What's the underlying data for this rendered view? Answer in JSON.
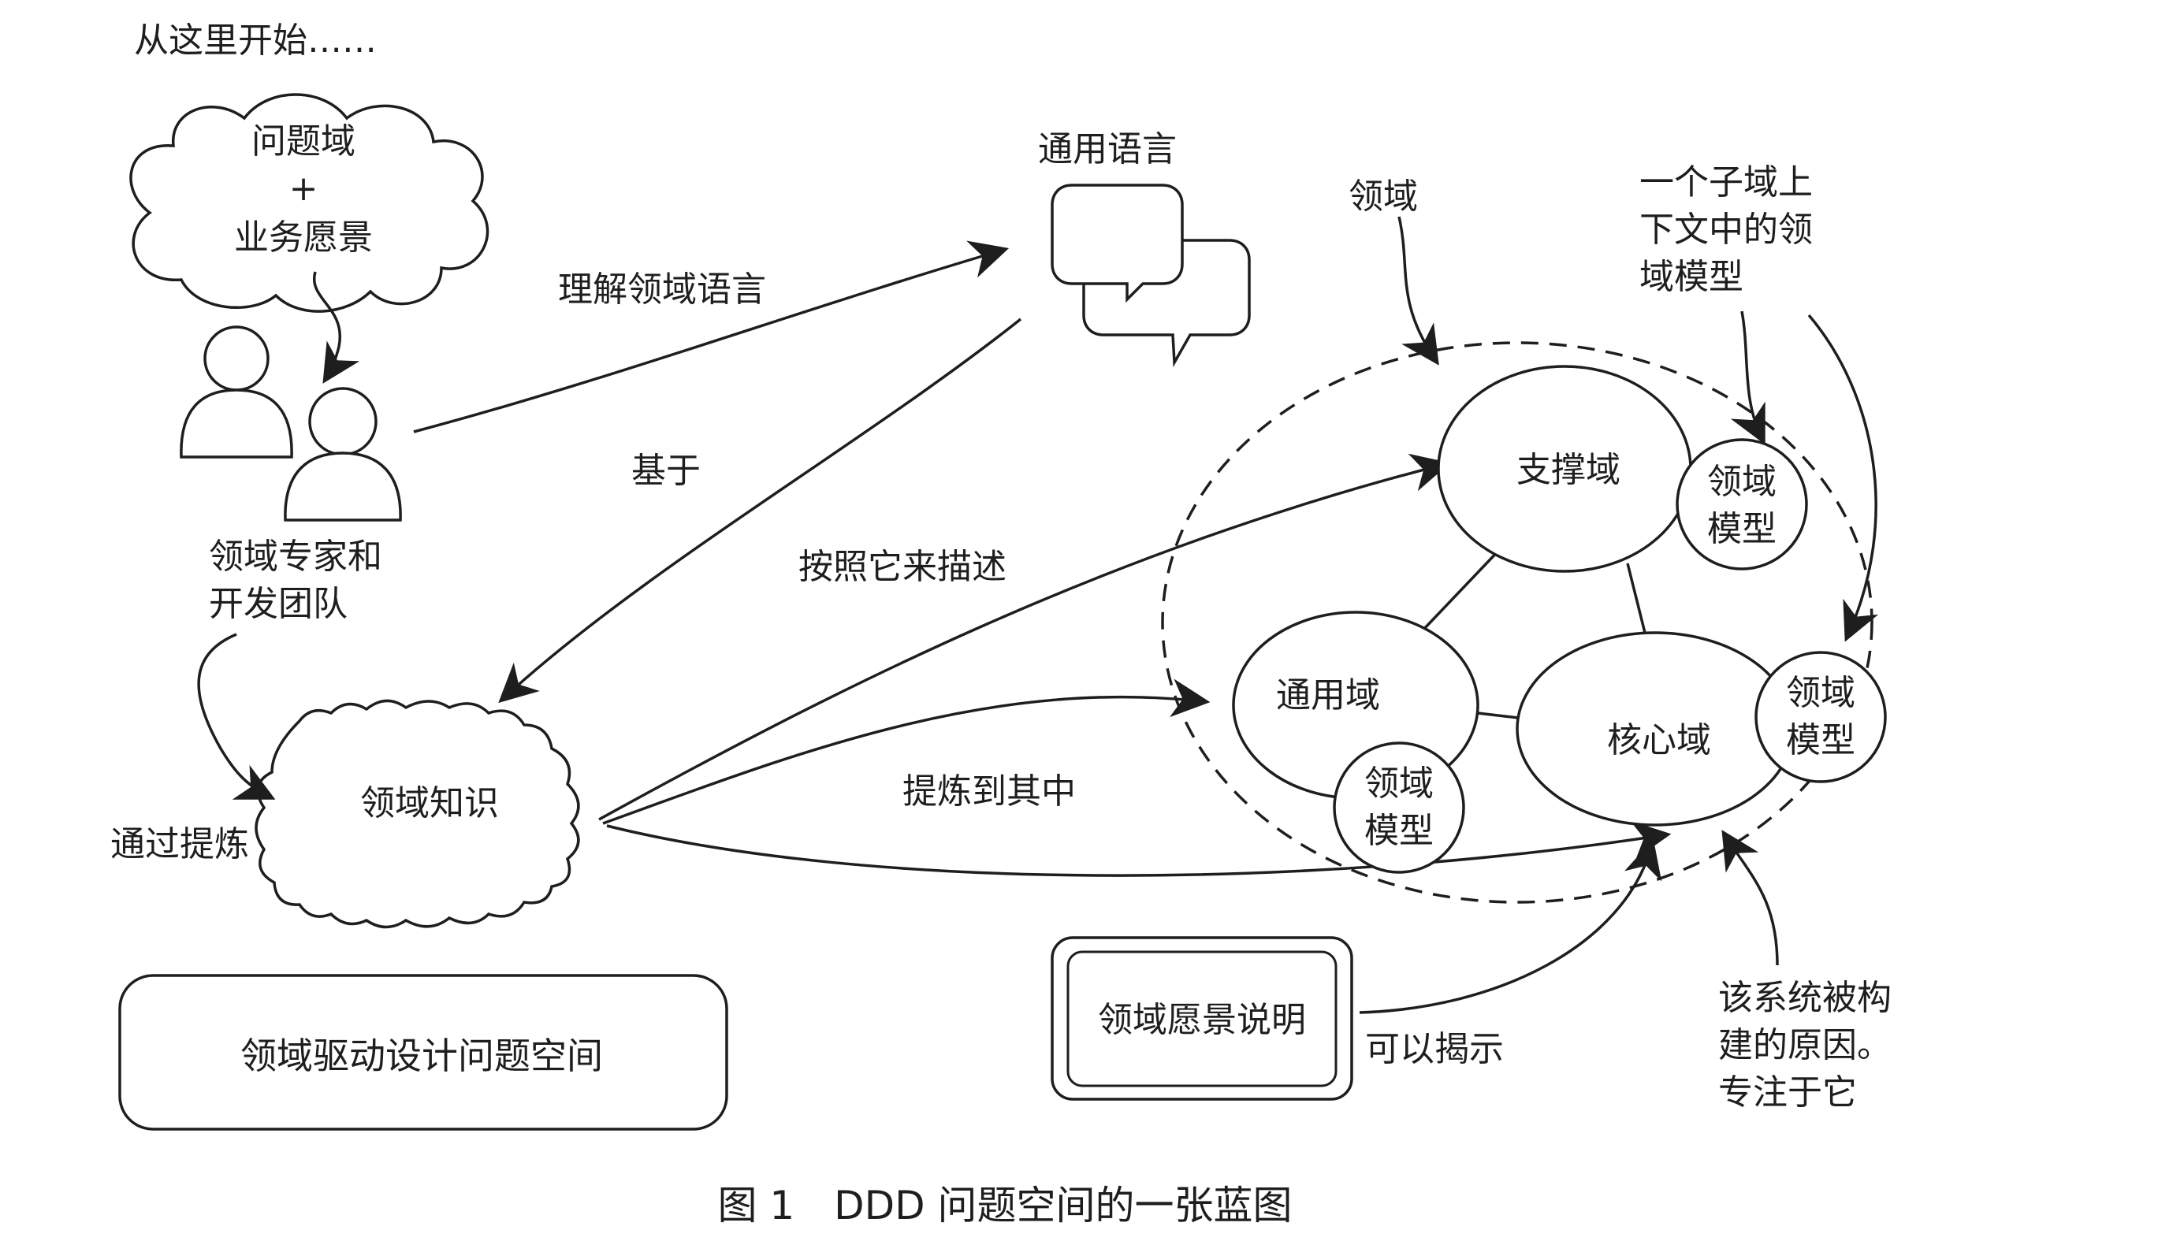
{
  "start_text": "从这里开始……",
  "problem_cloud": {
    "line1": "问题域",
    "line2": "+",
    "line3": "业务愿景"
  },
  "experts": {
    "line1": "领域专家和",
    "line2": "开发团队"
  },
  "ubiquitous_language": "通用语言",
  "edge_labels": {
    "understand_language": "理解领域语言",
    "based_on": "基于",
    "described_by": "按照它来描述",
    "via_refinement": "通过提炼",
    "refined_into": "提炼到其中",
    "can_reveal": "可以揭示"
  },
  "domain_knowledge": "领域知识",
  "domain_label": "领域",
  "subdomain_note": {
    "line1": "一个子域上",
    "line2": "下文中的领",
    "line3": "域模型"
  },
  "supporting_domain": "支撑域",
  "generic_domain": "通用域",
  "core_domain": "核心域",
  "domain_model": {
    "line1": "领域",
    "line2": "模型"
  },
  "vision_statement": "领域愿景说明",
  "reason_note": {
    "line1": "该系统被构",
    "line2": "建的原因。",
    "line3": "专注于它"
  },
  "problem_space_box": "领域驱动设计问题空间",
  "caption": "图 1　DDD 问题空间的一张蓝图",
  "colors": {
    "ink": "#1e1e1e",
    "background": "#ffffff"
  }
}
